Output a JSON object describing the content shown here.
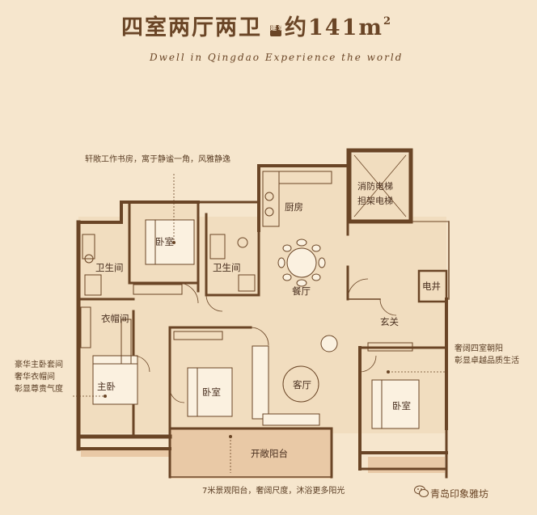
{
  "header": {
    "title": "四室两厅两卫",
    "area_badge": "建筑面积",
    "area_prefix": "约141m",
    "area_sup": "2",
    "subtitle": "Dwell in Qingdao Experience the world"
  },
  "rooms": {
    "kitchen": "厨房",
    "elevator_fire": "消防电梯",
    "elevator_stretcher": "担架电梯",
    "bedroom_top": "卧室",
    "bath_left": "卫生间",
    "bath_right": "卫生间",
    "dining": "餐厅",
    "cloakroom": "衣帽间",
    "master_bedroom": "主卧",
    "bedroom_middle": "卧室",
    "living": "客厅",
    "entry": "玄关",
    "power_shaft": "电井",
    "bedroom_right": "卧室",
    "balcony": "开敞阳台"
  },
  "notes": {
    "study": "轩敞工作书房，寓于静谧一角，风雅静逸",
    "master_1": "豪华主卧套间",
    "master_2": "奢华衣帽间",
    "master_3": "彰显尊贵气度",
    "orient_1": "奢阔四室朝阳",
    "orient_2": "彰显卓越品质生活",
    "balcony": "7米景观阳台，奢阔尺度，沐浴更多阳光"
  },
  "footer": {
    "watermark": "青岛印象雅坊",
    "icon": "wechat-icon"
  },
  "colors": {
    "background": "#f6e6cd",
    "wall": "#6a4526",
    "title": "#6a4526",
    "balcony_floor": "#e9c9a6",
    "room_floor": "#f1ddbf"
  }
}
